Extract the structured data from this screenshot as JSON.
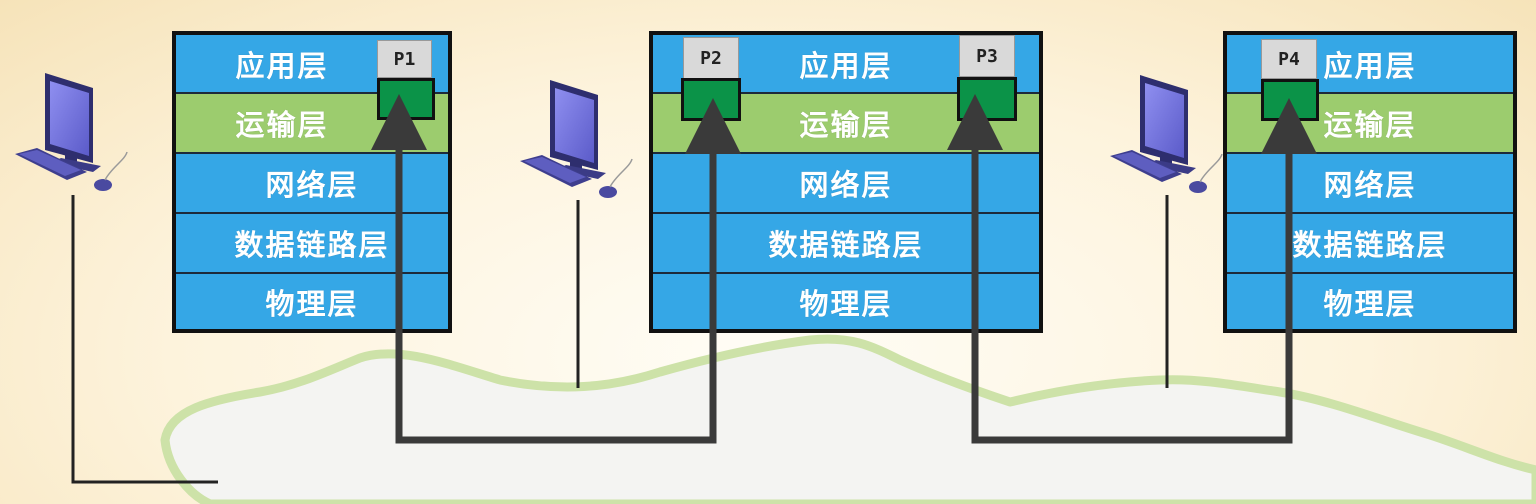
{
  "layers": [
    "应用层",
    "运输层",
    "网络层",
    "数据链路层",
    "物理层"
  ],
  "ports": [
    "P1",
    "P2",
    "P3",
    "P4"
  ],
  "colors": {
    "layer_blue": "#35a7e6",
    "transport_green": "#9ccc6e",
    "port_green": "#0b9348",
    "port_label_gray": "#d9d9d9",
    "cloud_fill": "#f4f4f2",
    "cloud_outline": "#cde2a8",
    "wire": "#3a3a3a"
  },
  "icons": [
    "computer-icon-1",
    "computer-icon-2",
    "computer-icon-3"
  ]
}
